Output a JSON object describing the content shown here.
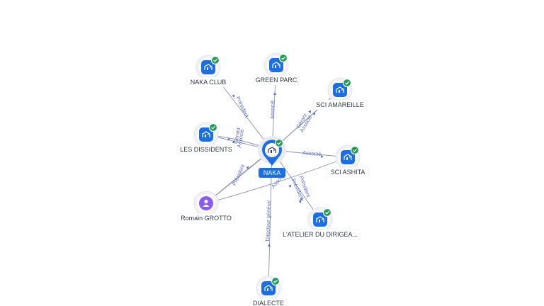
{
  "graph": {
    "center": {
      "label": "NAKA",
      "icon": "company-building-icon"
    },
    "nodes": [
      {
        "id": "naka-club",
        "label": "NAKA CLUB",
        "kind": "company",
        "verified": true
      },
      {
        "id": "green-parc",
        "label": "GREEN PARC",
        "kind": "company",
        "verified": true
      },
      {
        "id": "sci-amareille",
        "label": "SCI AMAREILLE",
        "kind": "company",
        "verified": true
      },
      {
        "id": "les-dissidents",
        "label": "LES DISSIDENTS",
        "kind": "company",
        "verified": true
      },
      {
        "id": "sci-ashita",
        "label": "SCI ASHITA",
        "kind": "company",
        "verified": true
      },
      {
        "id": "romain-grotto",
        "label": "Romain GROTTO",
        "kind": "person",
        "verified": false
      },
      {
        "id": "atelier",
        "label": "L'ATELIER DU DIRIGEA...",
        "kind": "company",
        "verified": true
      },
      {
        "id": "dialecte",
        "label": "DIALECTE",
        "kind": "company",
        "verified": true
      }
    ],
    "edge_labels": [
      "Président",
      "Associé",
      "Gérant",
      "Associé",
      "Gérant",
      "Associé",
      "Associé",
      "Président",
      "Président",
      "Associé",
      "Directeur général",
      "Président"
    ]
  },
  "colors": {
    "accent": "#1a6ee8",
    "verified": "#1f9d55",
    "person": "#8a5cf5",
    "edge": "#8b93b3",
    "edge_label": "#5c6fc7"
  }
}
